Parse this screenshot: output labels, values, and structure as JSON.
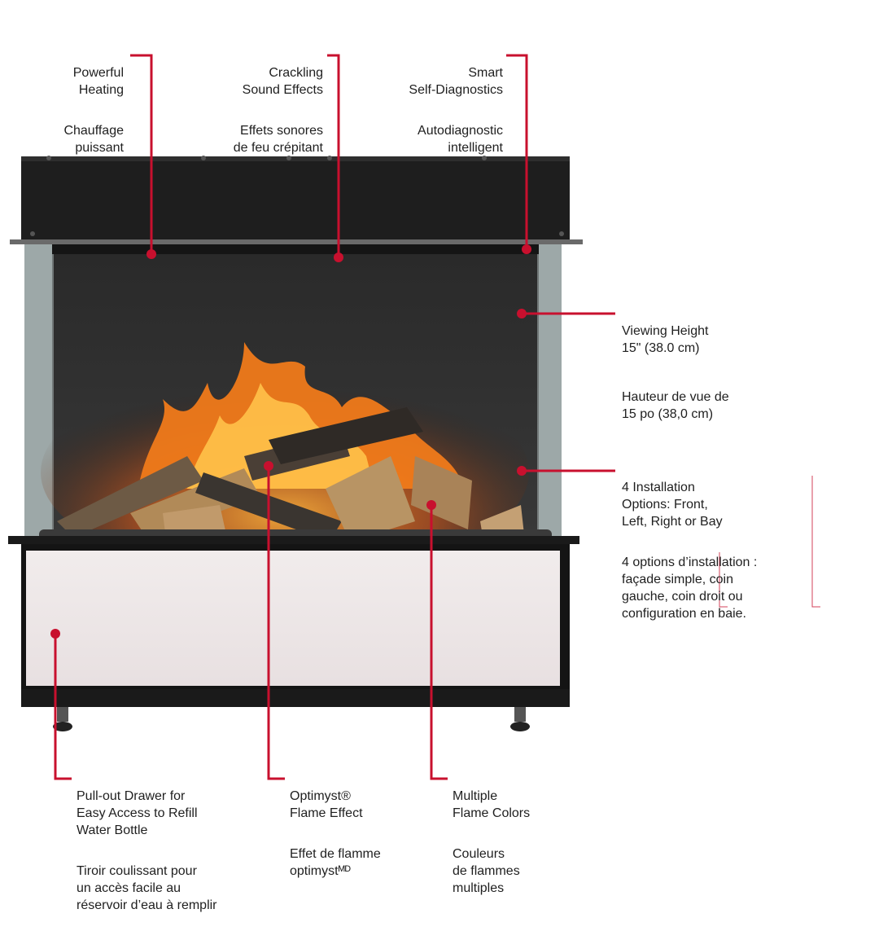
{
  "accent_color": "#c8102e",
  "callouts": {
    "heating": {
      "en": "Powerful\nHeating",
      "fr": "Chauffage\npuissant"
    },
    "sound": {
      "en": "Crackling\nSound Effects",
      "fr": "Effets sonores\nde feu crépitant"
    },
    "diagnostics": {
      "en": "Smart\nSelf-Diagnostics",
      "fr": "Autodiagnostic\nintelligent"
    },
    "viewing": {
      "en": "Viewing Height\n15\" (38.0 cm)",
      "fr": "Hauteur de vue de\n15 po (38,0 cm)"
    },
    "installation": {
      "en": "4 Installation\nOptions: Front,\nLeft, Right or Bay",
      "fr": "4 options d’installation :\nfaçade simple, coin\ngauche, coin droit ou\nconfiguration en baie."
    },
    "drawer": {
      "en": "Pull-out Drawer for\nEasy Access to Refill\nWater Bottle",
      "fr": "Tiroir coulissant pour\nun accès facile au\nréservoir d’eau à remplir"
    },
    "optimyst": {
      "en": "Optimyst®\nFlame Effect",
      "fr": "Effet de flamme\noptimystᴹᴰ"
    },
    "colors": {
      "en": "Multiple\nFlame Colors",
      "fr": "Couleurs\nde flammes\nmultiples"
    }
  }
}
